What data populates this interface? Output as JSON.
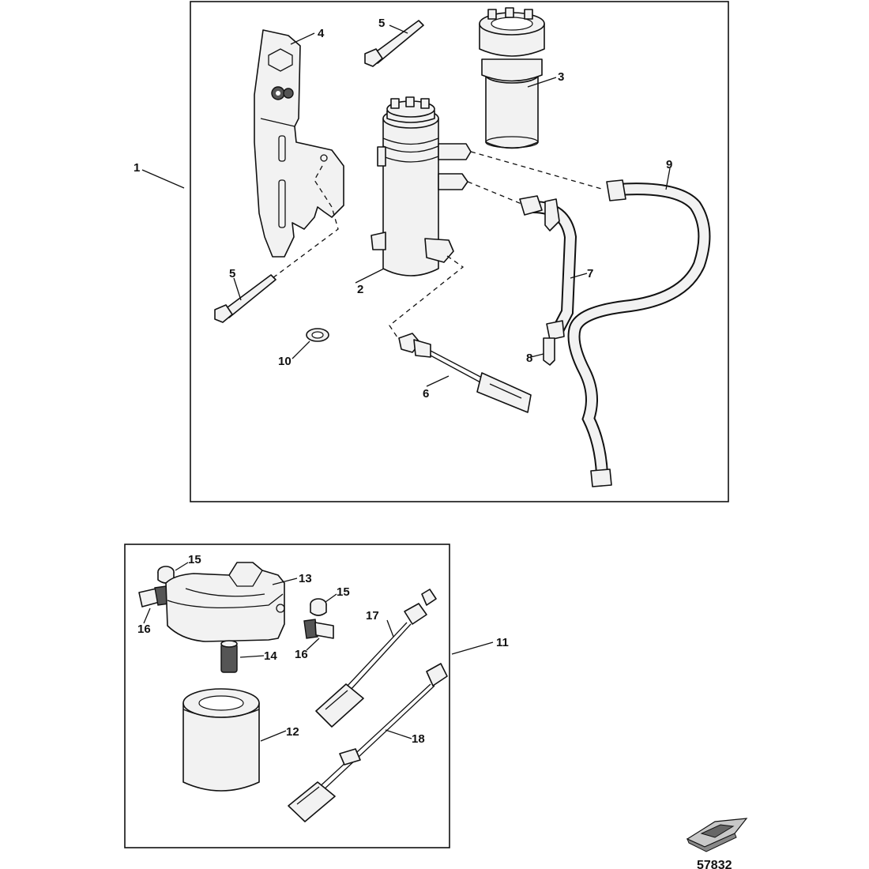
{
  "diagram": {
    "figure_id": "57832",
    "callouts": {
      "c1": "1",
      "c2": "2",
      "c3": "3",
      "c4": "4",
      "c5a": "5",
      "c5b": "5",
      "c6": "6",
      "c7": "7",
      "c8": "8",
      "c9": "9",
      "c10": "10",
      "c11": "11",
      "c12": "12",
      "c13": "13",
      "c14": "14",
      "c15a": "15",
      "c15b": "15",
      "c16a": "16",
      "c16b": "16",
      "c17": "17",
      "c18": "18"
    },
    "icons": {
      "boat": "boat-icon"
    }
  }
}
